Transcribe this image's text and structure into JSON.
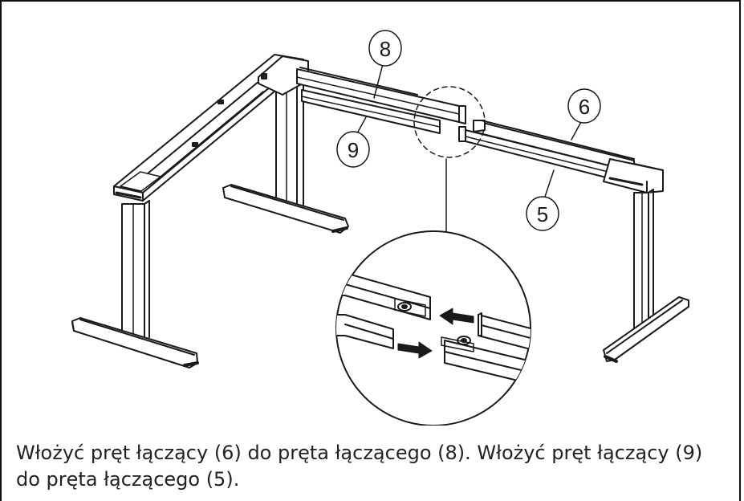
{
  "callouts": {
    "c8": "8",
    "c9": "9",
    "c6": "6",
    "c5": "5"
  },
  "instruction": {
    "text": "Włożyć pręt łączący (6) do pręta łączącego (8). Włożyć pręt łączący (9) do pręta łączącego (5)."
  },
  "icons": [
    "insert-arrow-icon"
  ]
}
